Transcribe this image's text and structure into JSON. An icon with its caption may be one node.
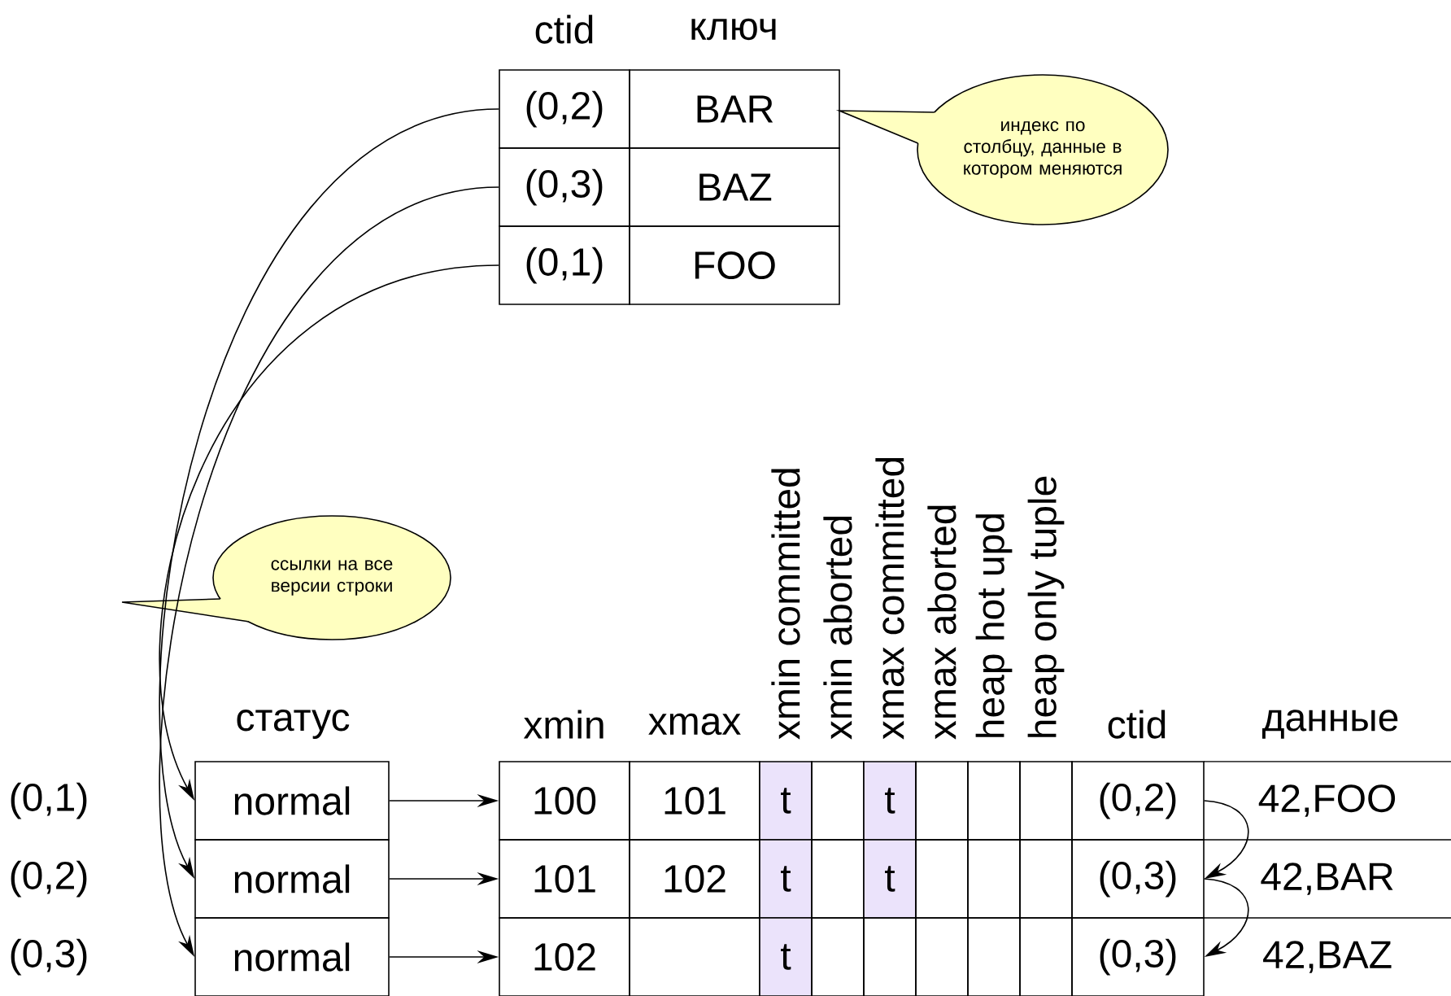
{
  "diagram": {
    "nodes": [
      {
        "text": [
          "(0,2)"
        ]
      },
      {
        "text": [
          "BAR"
        ]
      },
      {
        "text": [
          "(0,3)"
        ]
      },
      {
        "text": [
          "BAZ"
        ]
      },
      {
        "text": [
          "(0,1)"
        ]
      },
      {
        "text": [
          "FOO"
        ]
      },
      {
        "text": [
          "индекс по столбцу, данные в котором меняются"
        ]
      },
      {
        "text": [
          "ссылки на все версии строки"
        ]
      },
      {
        "text": [
          "normal"
        ]
      },
      {
        "text": [
          "100"
        ]
      },
      {
        "text": [
          "101"
        ]
      },
      {
        "text": [
          "t"
        ]
      },
      {
        "text": [],
        "shape": "box"
      },
      {
        "text": [
          "t"
        ]
      },
      {
        "text": [],
        "shape": "box"
      },
      {
        "text": [],
        "shape": "box"
      },
      {
        "text": [],
        "shape": "box"
      },
      {
        "text": [
          "(0,2)"
        ]
      },
      {
        "text": [
          "42,FOO"
        ]
      },
      {
        "text": [
          "normal"
        ]
      },
      {
        "text": [
          "101"
        ]
      },
      {
        "text": [
          "102"
        ]
      },
      {
        "text": [
          "t"
        ]
      },
      {
        "text": [],
        "shape": "box"
      },
      {
        "text": [
          "t"
        ]
      },
      {
        "text": [],
        "shape": "box"
      },
      {
        "text": [],
        "shape": "box"
      },
      {
        "text": [],
        "shape": "box"
      },
      {
        "text": [
          "(0,3)"
        ]
      },
      {
        "text": [
          "42,BAR"
        ]
      },
      {
        "text": [
          "normal"
        ]
      },
      {
        "text": [
          "102"
        ]
      },
      {
        "text": [],
        "shape": "box"
      },
      {
        "text": [
          "t"
        ]
      },
      {
        "text": [],
        "shape": "box"
      },
      {
        "text": [],
        "shape": "box"
      },
      {
        "text": [],
        "shape": "box"
      },
      {
        "text": [],
        "shape": "box"
      },
      {
        "text": [],
        "shape": "box"
      },
      {
        "text": [
          "(0,3)"
        ]
      },
      {
        "text": [
          "42,BAZ"
        ]
      }
    ],
    "edges": [
      {
        "from": 4,
        "to": 8,
        "arrow": "to"
      },
      {
        "from": 0,
        "to": 19,
        "arrow": "to"
      },
      {
        "from": 2,
        "to": 30,
        "arrow": "to"
      },
      {
        "from": 8,
        "to": 9,
        "arrow": "to"
      },
      {
        "from": 19,
        "to": 20,
        "arrow": "to"
      },
      {
        "from": 30,
        "to": 31,
        "arrow": "to"
      },
      {
        "from": 17,
        "to": 28,
        "arrow": "to"
      },
      {
        "from": 28,
        "to": 39,
        "arrow": "to"
      }
    ],
    "labels": [
      "ctid",
      "ключ",
      "статус",
      "xmin",
      "xmax",
      "xmin committed",
      "xmin aborted",
      "xmax committed",
      "xmax aborted",
      "heap hot upd",
      "heap only tuple",
      "ctid",
      "данные",
      "(0,1)",
      "(0,2)",
      "(0,3)"
    ]
  }
}
